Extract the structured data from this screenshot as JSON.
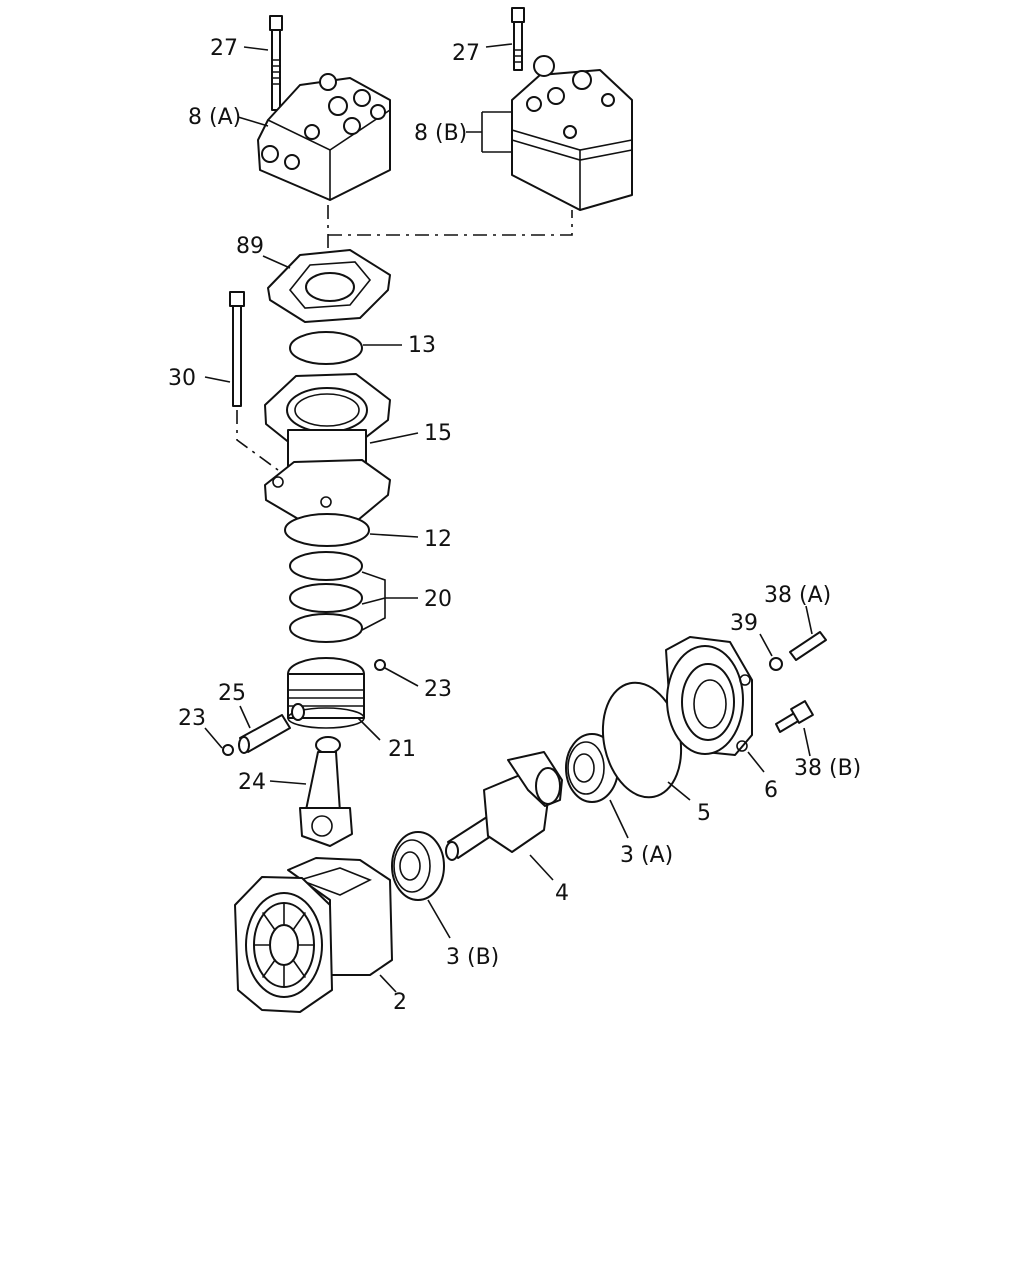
{
  "labels": {
    "l27a": "27",
    "l27b": "27",
    "l8a": "8 (A)",
    "l8b": "8 (B)",
    "l89": "89",
    "l13": "13",
    "l30": "30",
    "l15": "15",
    "l12": "12",
    "l20": "20",
    "l23a": "23",
    "l25": "25",
    "l23b": "23",
    "l21": "21",
    "l24": "24",
    "l38a": "38 (A)",
    "l39": "39",
    "l38b": "38 (B)",
    "l6": "6",
    "l5": "5",
    "l3a": "3 (A)",
    "l4": "4",
    "l3b": "3 (B)",
    "l2": "2"
  }
}
